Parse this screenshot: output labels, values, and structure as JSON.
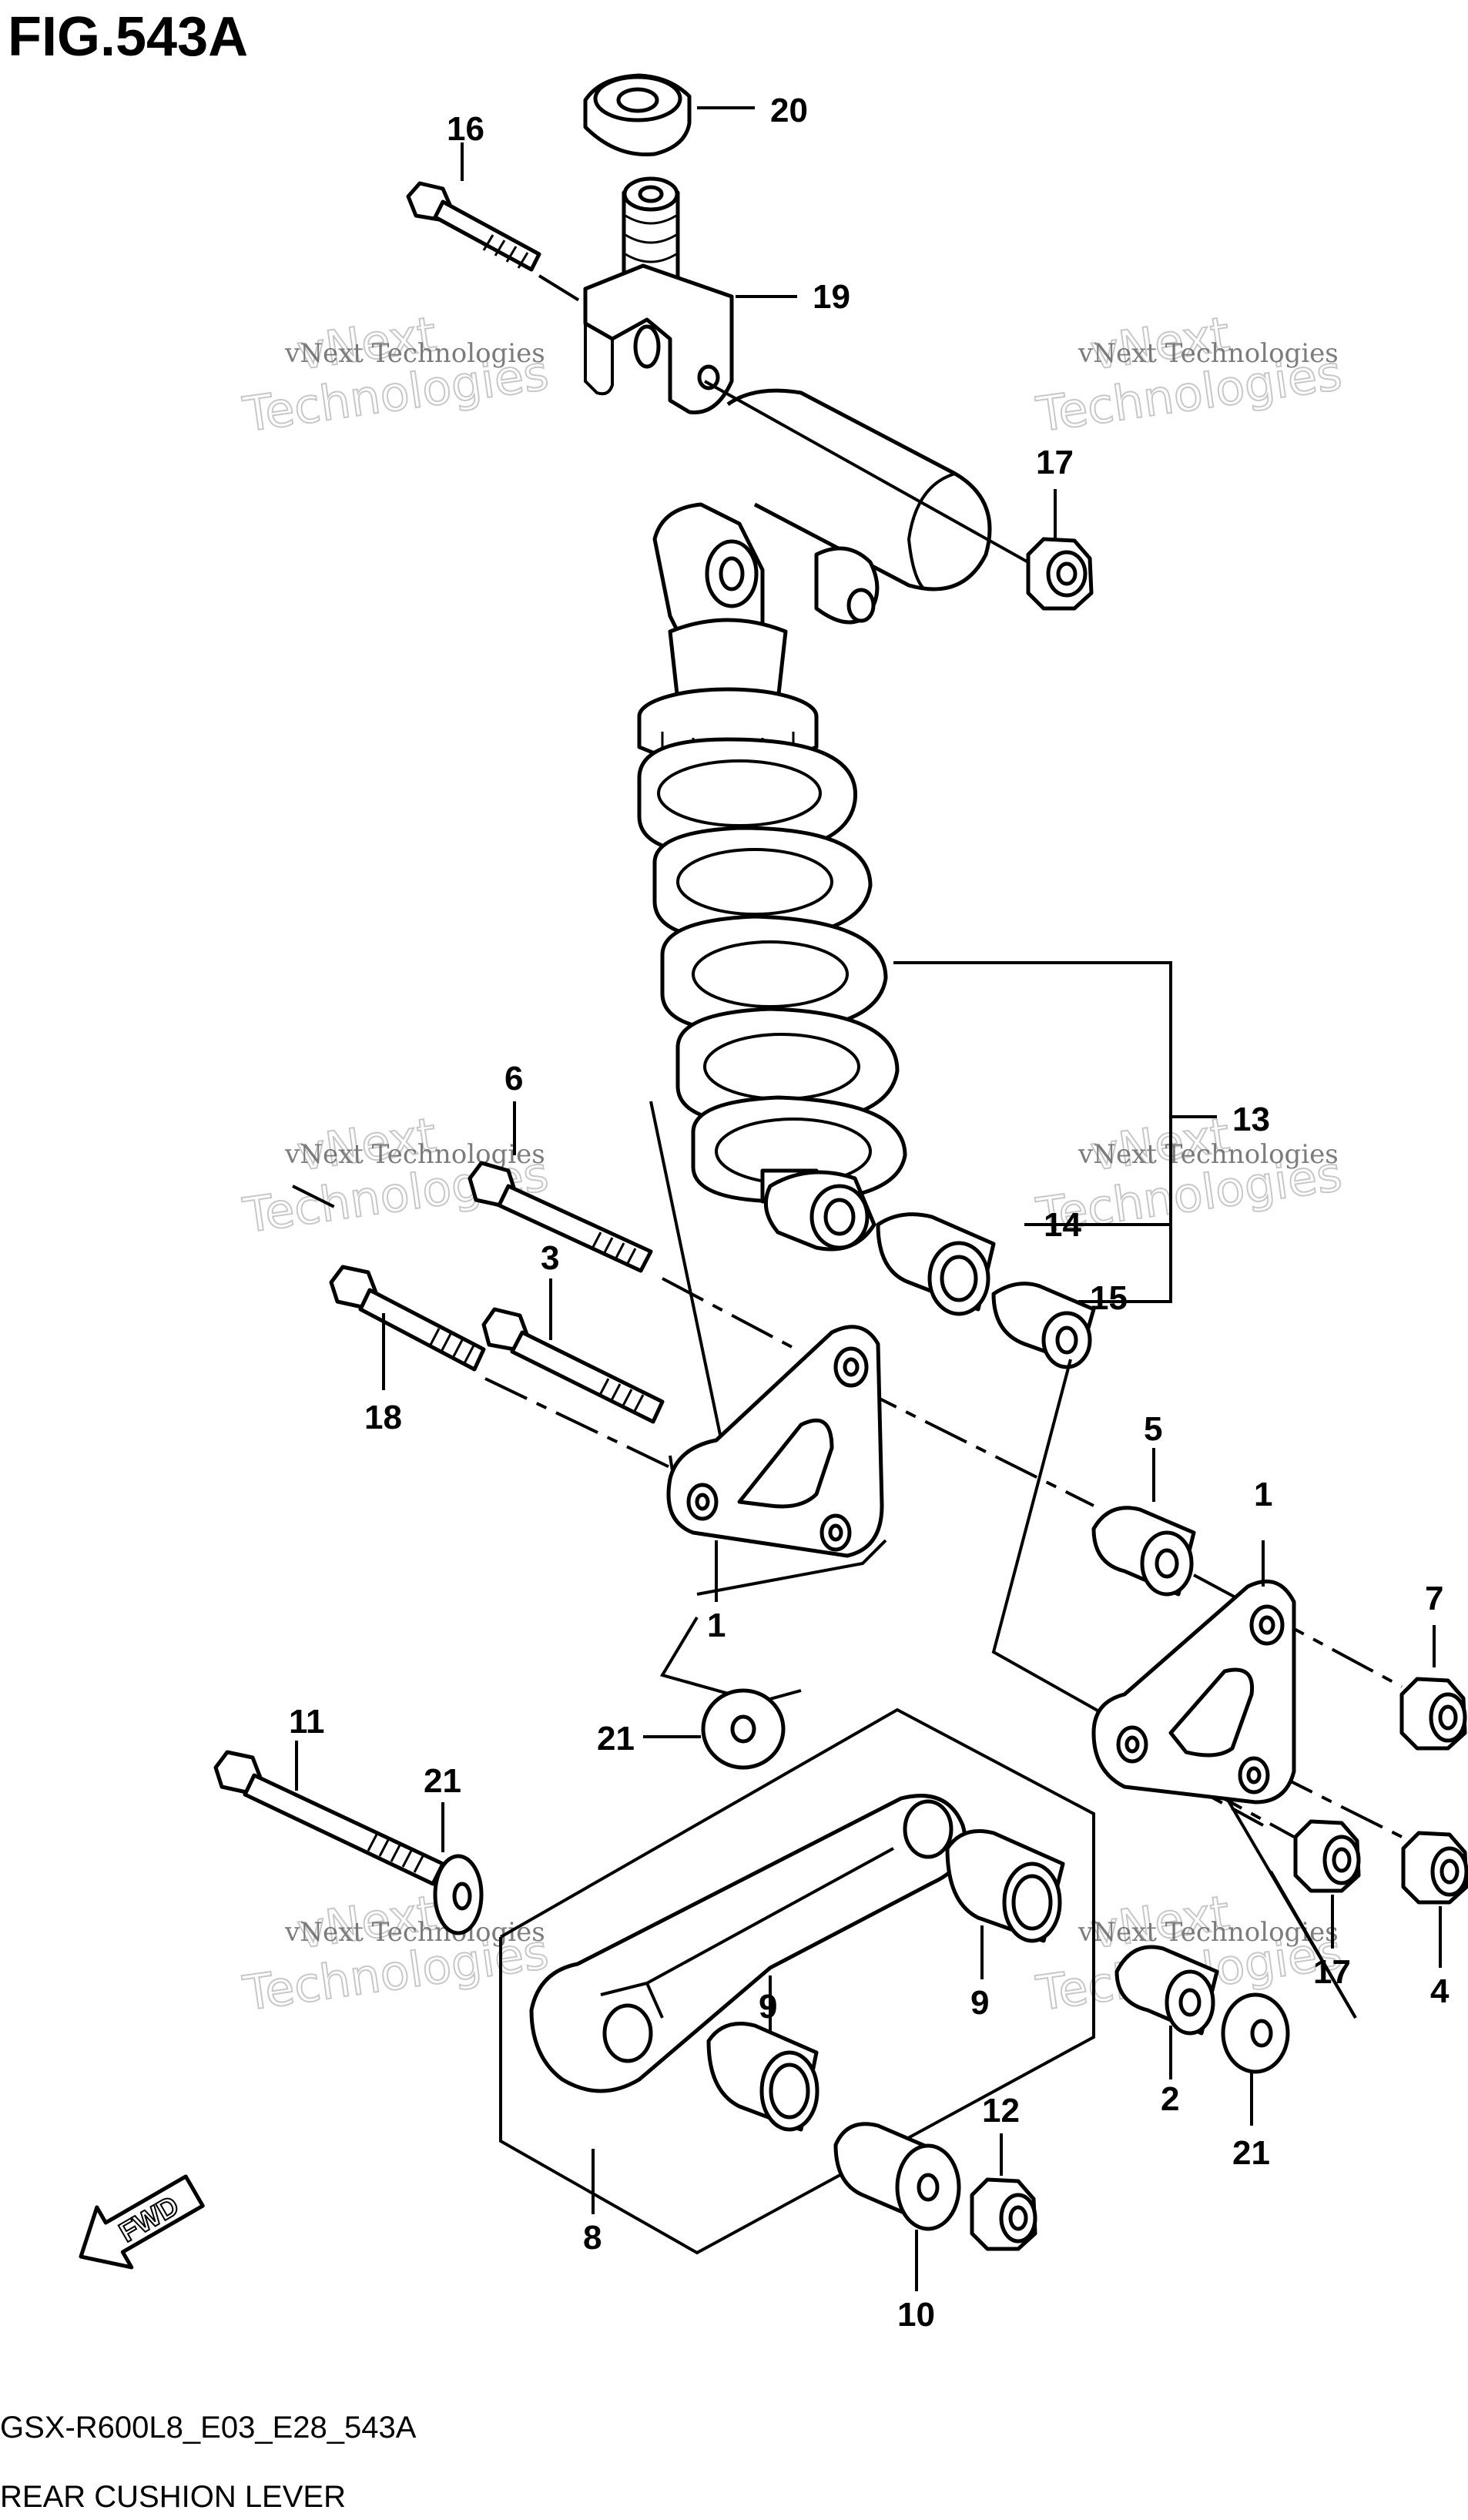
{
  "figure": {
    "title": "FIG.543A",
    "code": "GSX-R600L8_E03_E28_543A",
    "name": "REAR CUSHION LEVER"
  },
  "watermark": {
    "line1": "vNext Technologies",
    "line2a": "vNext",
    "line2b": "Technologies"
  },
  "callouts": {
    "c1a": "1",
    "c1b": "1",
    "c2": "2",
    "c3": "3",
    "c4": "4",
    "c5": "5",
    "c6": "6",
    "c7": "7",
    "c8": "8",
    "c9a": "9",
    "c9b": "9",
    "c10": "10",
    "c11": "11",
    "c12": "12",
    "c13": "13",
    "c14": "14",
    "c15": "15",
    "c16": "16",
    "c17a": "17",
    "c17b": "17",
    "c18": "18",
    "c19": "19",
    "c20": "20",
    "c21a": "21",
    "c21b": "21",
    "c21c": "21"
  },
  "fwd_label": "FWD",
  "icons": {
    "fwd_arrow": "fwd-arrow-icon"
  }
}
